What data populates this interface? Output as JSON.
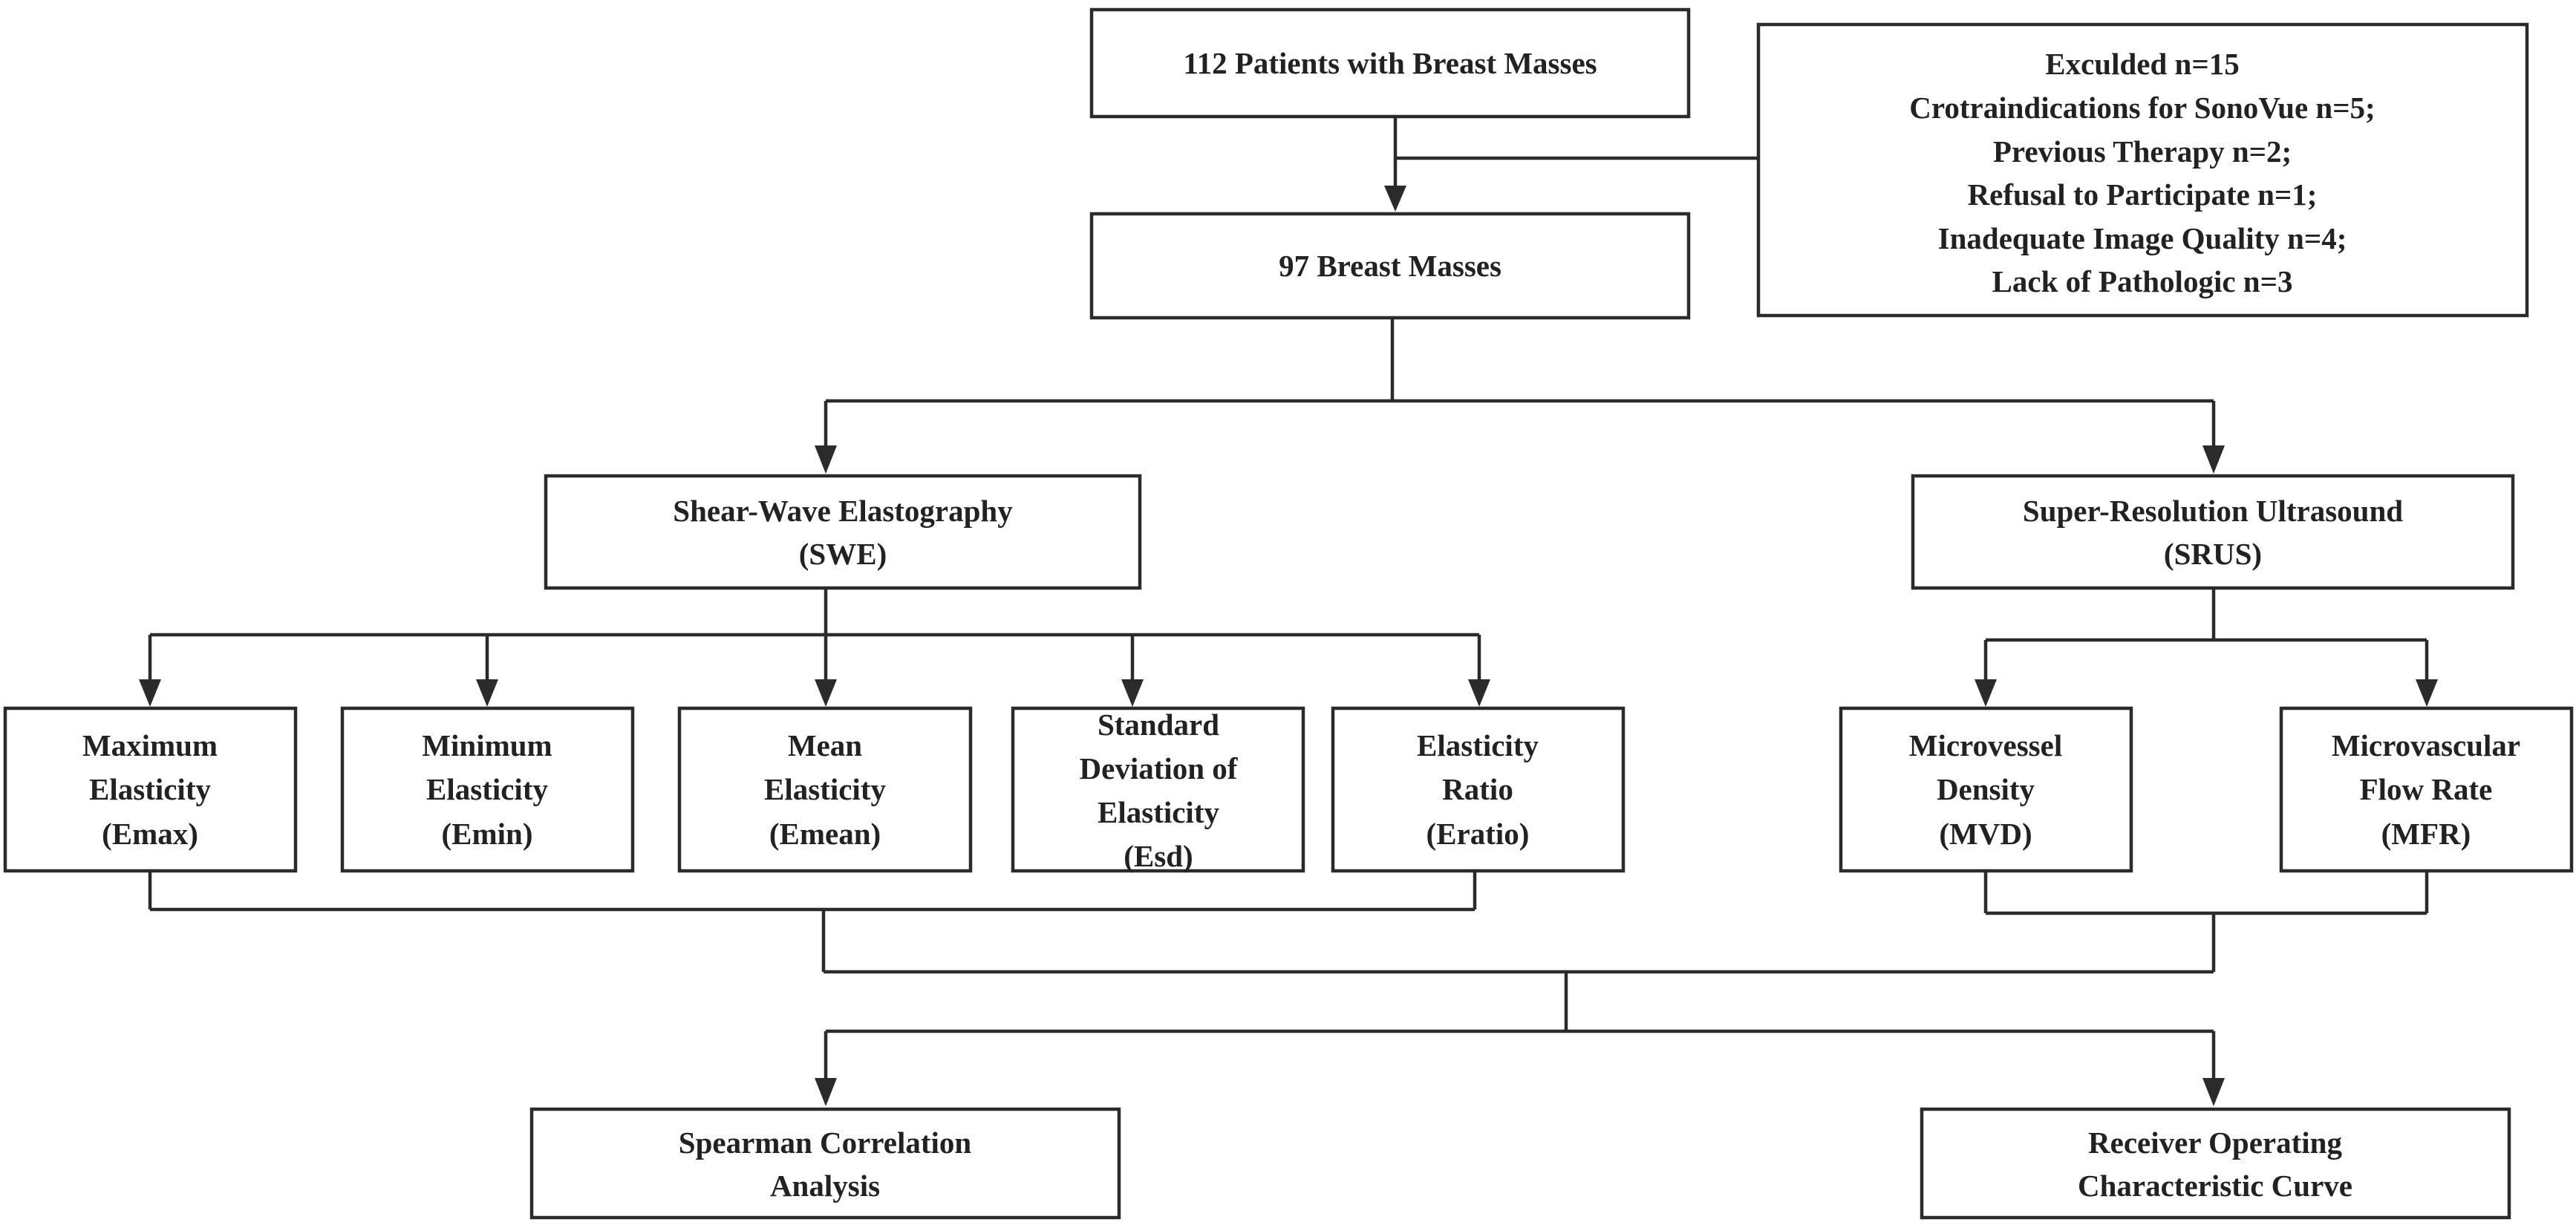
{
  "flowchart": {
    "patients": "112 Patients with Breast Masses",
    "excluded": {
      "title": "Exculded n=15",
      "reasons": [
        "Crotraindications for SonoVue n=5;",
        "Previous Therapy n=2;",
        "Refusal to Participate n=1;",
        "Inadequate Image Quality n=4;",
        "Lack of Pathologic n=3"
      ]
    },
    "masses": "97 Breast Masses",
    "swe": {
      "line1": "Shear-Wave Elastography",
      "line2": "(SWE)"
    },
    "srus": {
      "line1": "Super-Resolution Ultrasound",
      "line2": "(SRUS)"
    },
    "swe_params": [
      {
        "lines": [
          "Maximum",
          "Elasticity",
          "(Emax)"
        ]
      },
      {
        "lines": [
          "Minimum",
          "Elasticity",
          "(Emin)"
        ]
      },
      {
        "lines": [
          "Mean",
          "Elasticity",
          "(Emean)"
        ]
      },
      {
        "lines": [
          "Standard",
          "Deviation of",
          "Elasticity",
          "(Esd)"
        ]
      },
      {
        "lines": [
          "Elasticity",
          "Ratio",
          "(Eratio)"
        ]
      }
    ],
    "srus_params": [
      {
        "lines": [
          "Microvessel",
          "Density",
          "(MVD)"
        ]
      },
      {
        "lines": [
          "Microvascular",
          "Flow Rate",
          "(MFR)"
        ]
      }
    ],
    "spearman": {
      "line1": "Spearman Correlation",
      "line2": "Analysis"
    },
    "roc": {
      "line1": "Receiver Operating",
      "line2": "Characteristic Curve"
    }
  }
}
